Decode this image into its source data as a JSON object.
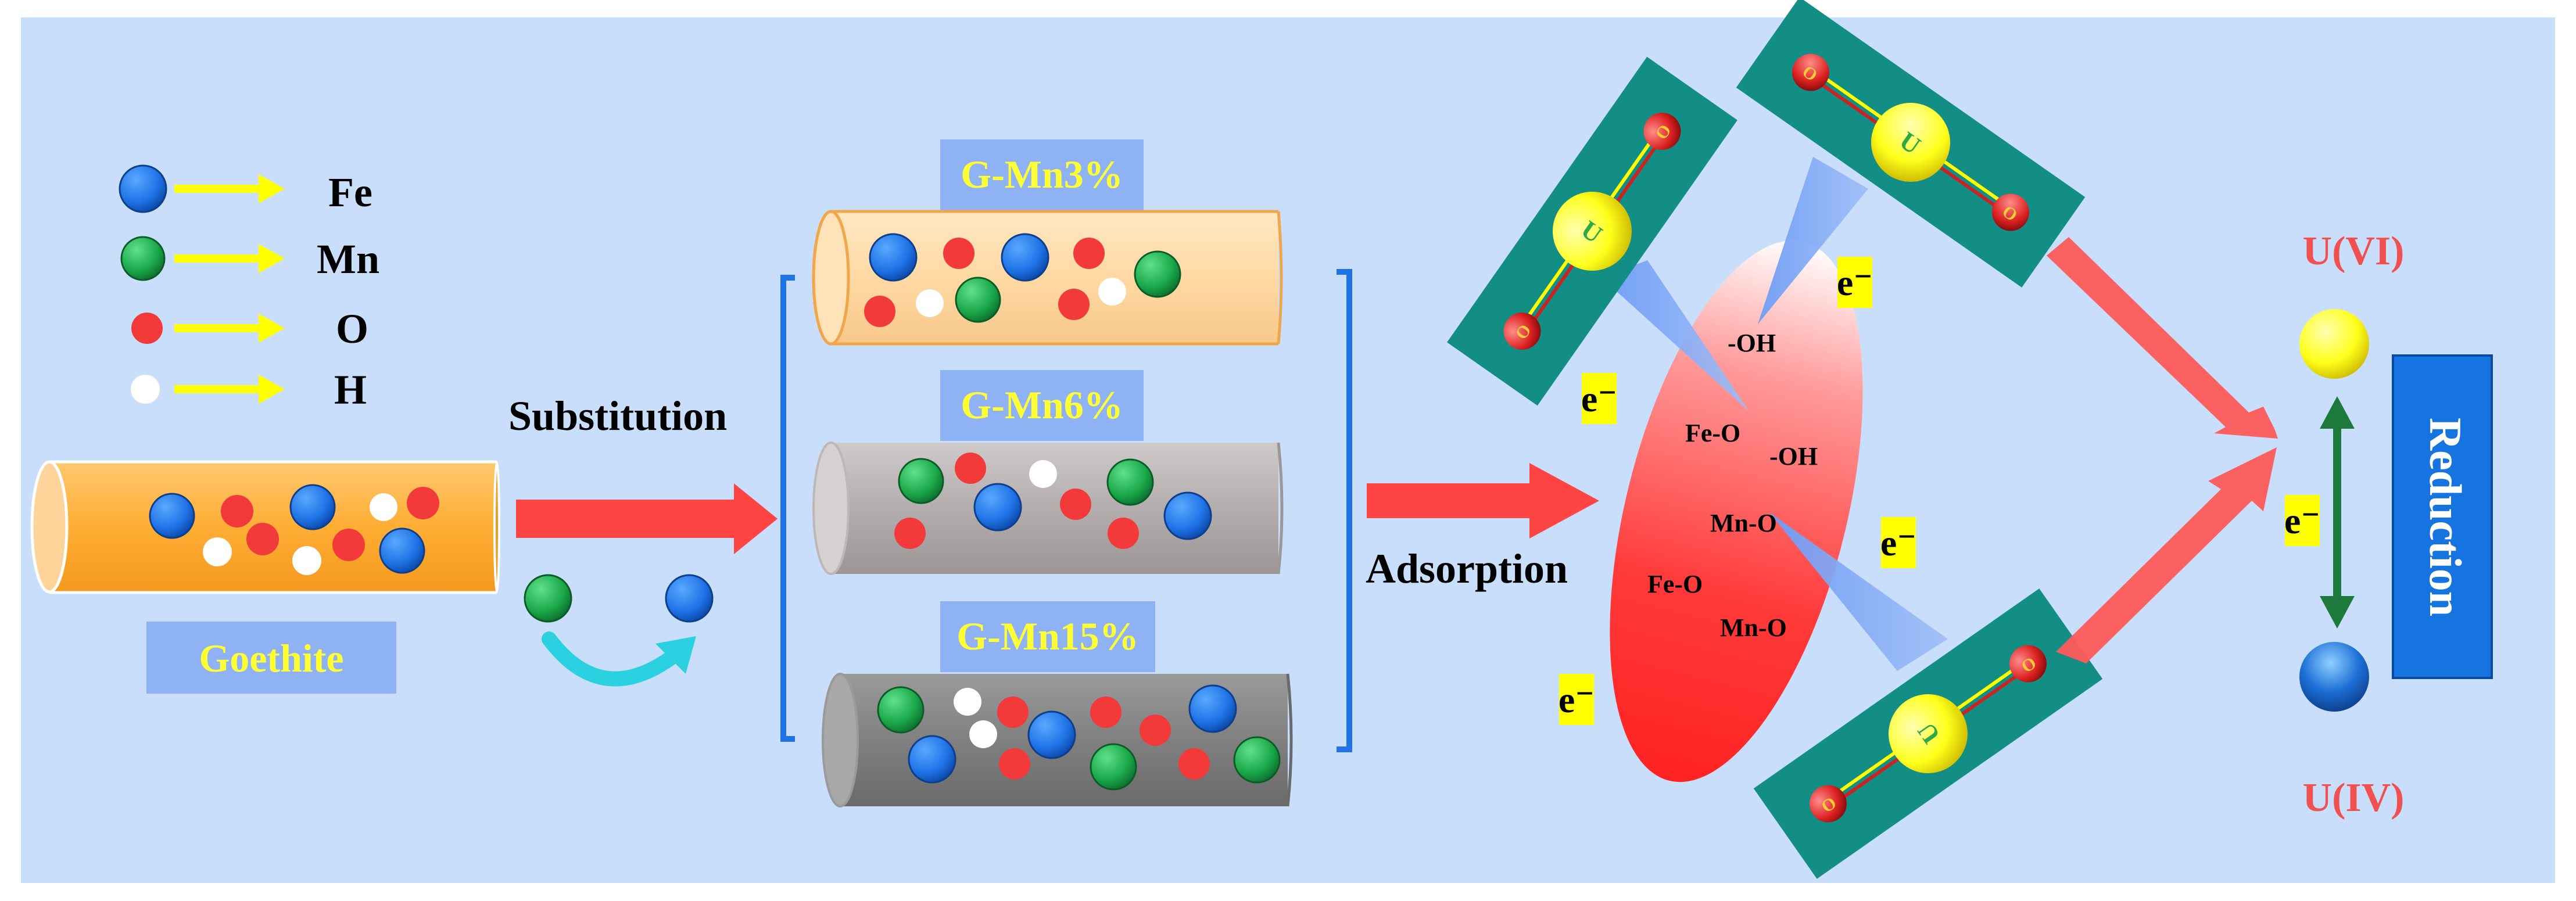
{
  "legend": {
    "items": [
      {
        "label": "Fe",
        "atom": "fe",
        "icon": "blue-circle-icon"
      },
      {
        "label": "Mn",
        "atom": "mn",
        "icon": "green-circle-icon"
      },
      {
        "label": "O",
        "atom": "o",
        "icon": "red-dot-icon"
      },
      {
        "label": "H",
        "atom": "h",
        "icon": "white-dot-icon"
      }
    ]
  },
  "goethite": {
    "label": "Goethite"
  },
  "steps": {
    "substitution": "Substitution",
    "adsorption": "Adsorption",
    "reduction": "Reduction"
  },
  "samples": [
    {
      "label": "G-Mn3%"
    },
    {
      "label": "G-Mn6%"
    },
    {
      "label": "G-Mn15%"
    }
  ],
  "surface_groups": [
    "-OH",
    "Fe-O",
    "-OH",
    "Mn-O",
    "Fe-O",
    "Mn-O"
  ],
  "electron_label": "e⁻",
  "atom_letter": "U",
  "oxygen_letter": "O",
  "uranium": {
    "oxidized": "U(VI)",
    "reduced": "U(IV)"
  },
  "colors": {
    "background": "#c9defa",
    "fe": "#1f73e6",
    "mn": "#1aa84a",
    "o": "#f23a3a",
    "h": "#ffffff",
    "arrow_red": "#ff4444",
    "legend_arrow": "#ffff00",
    "label_yellow": "#ffff33",
    "label_red": "#f05050",
    "teal": "#128e85",
    "uranium": "#ffff00",
    "reduction_box": "#1574e0",
    "swap_arrow": "#2ad1e0",
    "double_arrow": "#1e7a3c"
  }
}
